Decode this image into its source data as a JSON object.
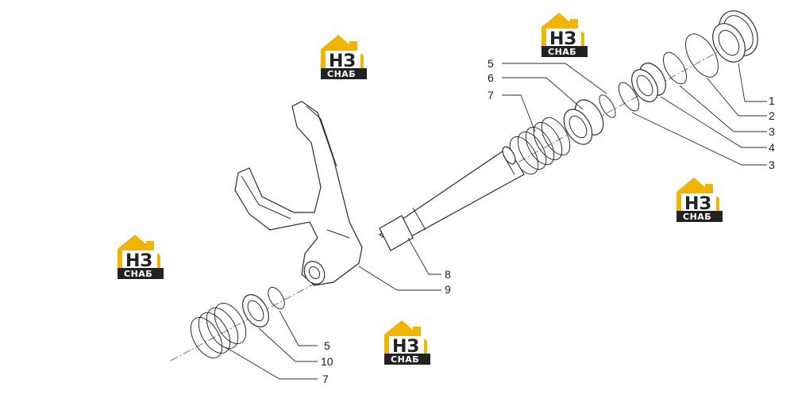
{
  "callouts": [
    {
      "id": "c1",
      "label": "1"
    },
    {
      "id": "c2",
      "label": "2"
    },
    {
      "id": "c3a",
      "label": "3"
    },
    {
      "id": "c4",
      "label": "4"
    },
    {
      "id": "c3b",
      "label": "3"
    },
    {
      "id": "c5a",
      "label": "5"
    },
    {
      "id": "c6",
      "label": "6"
    },
    {
      "id": "c7a",
      "label": "7"
    },
    {
      "id": "c8",
      "label": "8"
    },
    {
      "id": "c9",
      "label": "9"
    },
    {
      "id": "c5b",
      "label": "5"
    },
    {
      "id": "c10",
      "label": "10"
    },
    {
      "id": "c7b",
      "label": "7"
    }
  ],
  "watermark": {
    "letters": "НЗ",
    "caption": "СНАБ",
    "colors": {
      "accent": "#f1b400",
      "dark": "#222222"
    }
  }
}
